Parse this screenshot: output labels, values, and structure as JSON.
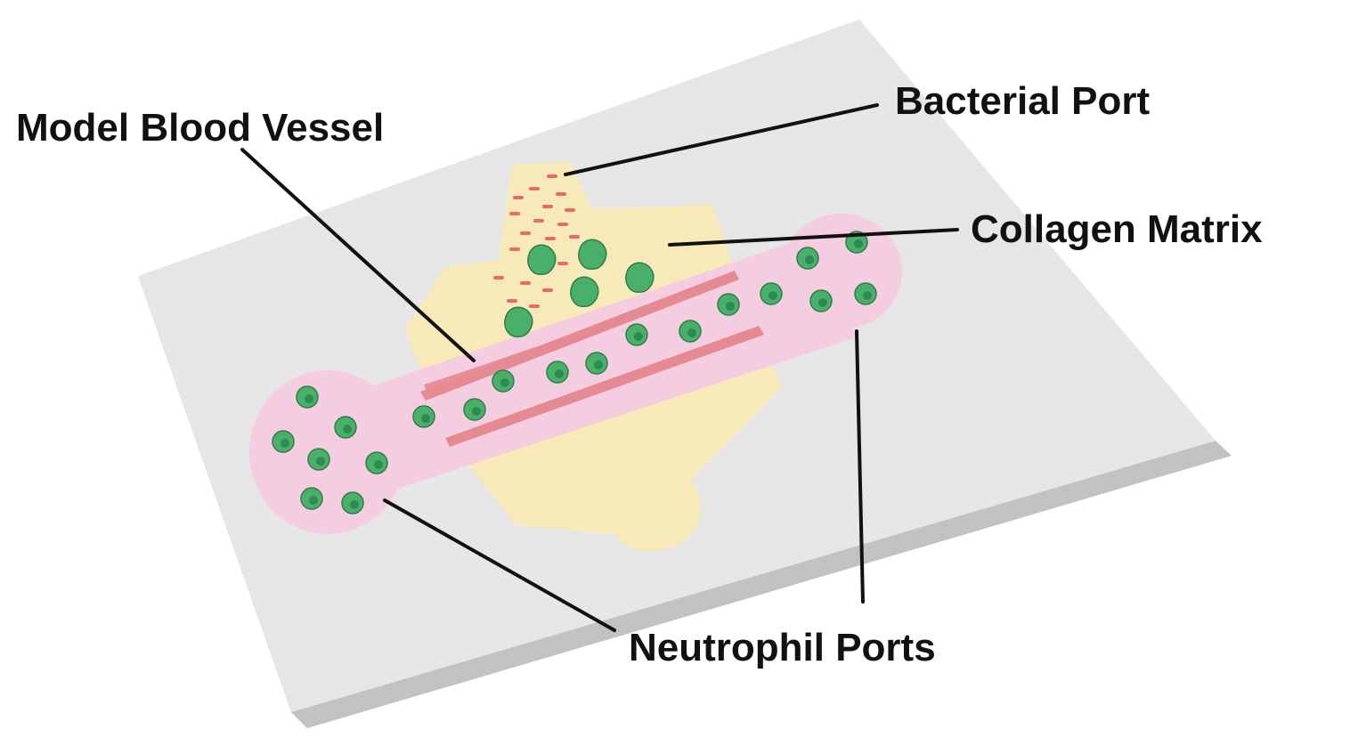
{
  "labels": {
    "model_blood_vessel": "Model Blood Vessel",
    "bacterial_port": "Bacterial Port",
    "collagen_matrix": "Collagen Matrix",
    "neutrophil_ports": "Neutrophil Ports"
  },
  "colors": {
    "chip_top": "#e6e6e6",
    "chip_side": "#b8b8b8",
    "collagen": "#f8e9b8",
    "vessel_lumen": "#f4cde0",
    "endothelium": "#e58a93",
    "neutrophil": "#49b06a",
    "bacteria": "#e96a6a",
    "leader_line": "#111111"
  }
}
